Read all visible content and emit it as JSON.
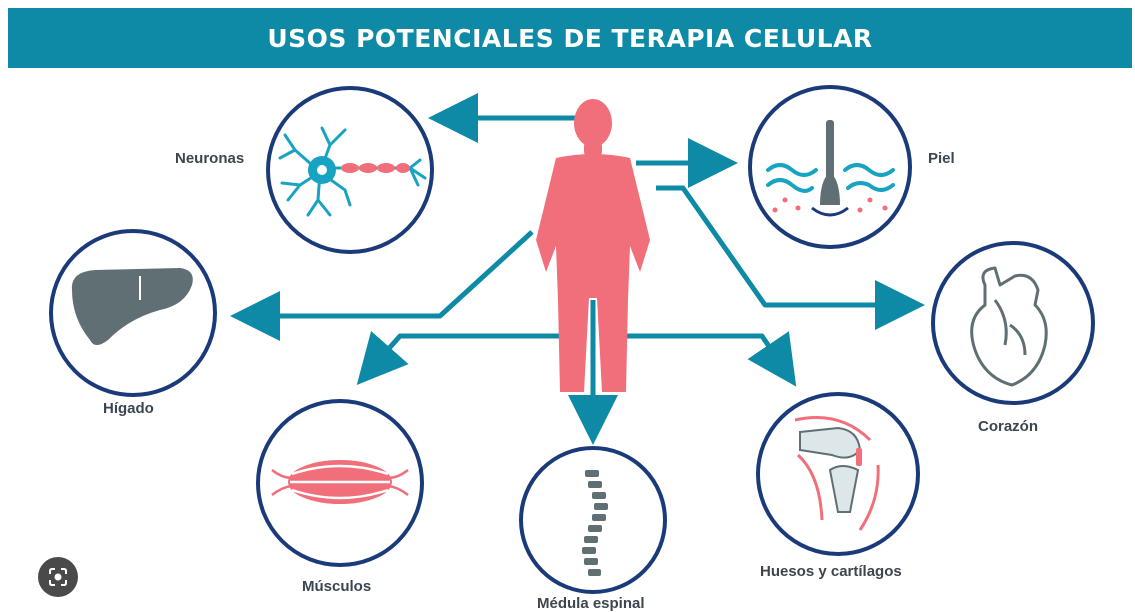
{
  "title": "USOS POTENCIALES DE TERAPIA CELULAR",
  "labels": {
    "neuronas": "Neuronas",
    "piel": "Piel",
    "higado": "Hígado",
    "corazon": "Corazón",
    "musculos": "Músculos",
    "medula": "Médula espinal",
    "huesos": "Huesos y cartílagos"
  },
  "colors": {
    "banner": "#0f8aa6",
    "arrow": "#0f8aa6",
    "circle_border": "#1a3a7a",
    "body": "#f06f7a",
    "neuron": "#19a3c2",
    "organ": "#5f6f73",
    "accent": "#f07080"
  },
  "icons": [
    "human-body-icon",
    "neuron-icon",
    "skin-icon",
    "liver-icon",
    "heart-icon",
    "muscle-icon",
    "spine-icon",
    "knee-joint-icon",
    "lens-icon"
  ]
}
